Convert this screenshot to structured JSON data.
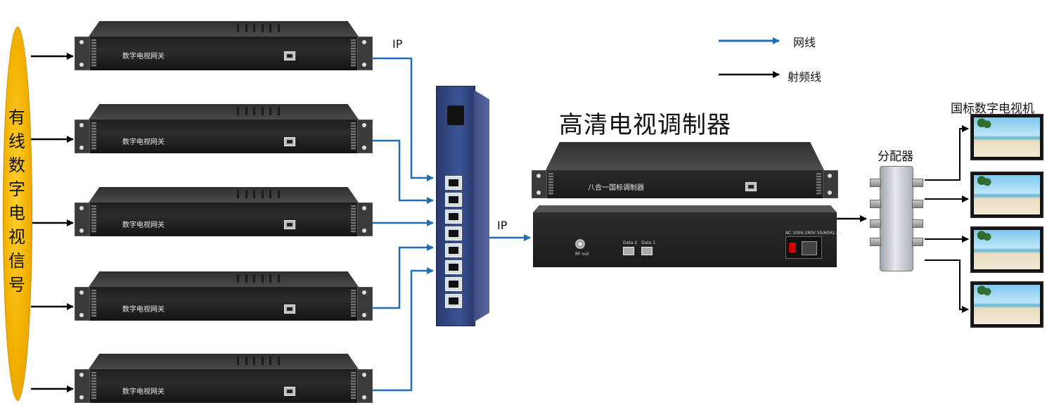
{
  "source": {
    "label": "有线数字电视信号",
    "chars": [
      "有",
      "线",
      "数",
      "字",
      "电",
      "视",
      "信",
      "号"
    ]
  },
  "gateways": [
    {
      "label": "数字电视网关"
    },
    {
      "label": "数字电视网关"
    },
    {
      "label": "数字电视网关"
    },
    {
      "label": "数字电视网关"
    },
    {
      "label": "数字电视网关"
    }
  ],
  "ip_labels": {
    "gateway_to_switch": "IP",
    "switch_to_modulator": "IP"
  },
  "legend": {
    "network_cable": "网线",
    "rf_cable": "射频线"
  },
  "modulator": {
    "title": "高清电视调制器",
    "front_label": "八合一国标调制器",
    "back_labels": {
      "rf": "RF out",
      "data2": "Data 2",
      "data1": "Data 1",
      "power": "AC 100V-240V 50/60Hz 2A"
    }
  },
  "splitter": {
    "title": "分配器"
  },
  "tvs": {
    "title": "国标数字电视机",
    "count": 4
  },
  "colors": {
    "network_cable": "#1f6fb2",
    "rf_cable": "#000000",
    "oval_fill": "#f2b100"
  }
}
